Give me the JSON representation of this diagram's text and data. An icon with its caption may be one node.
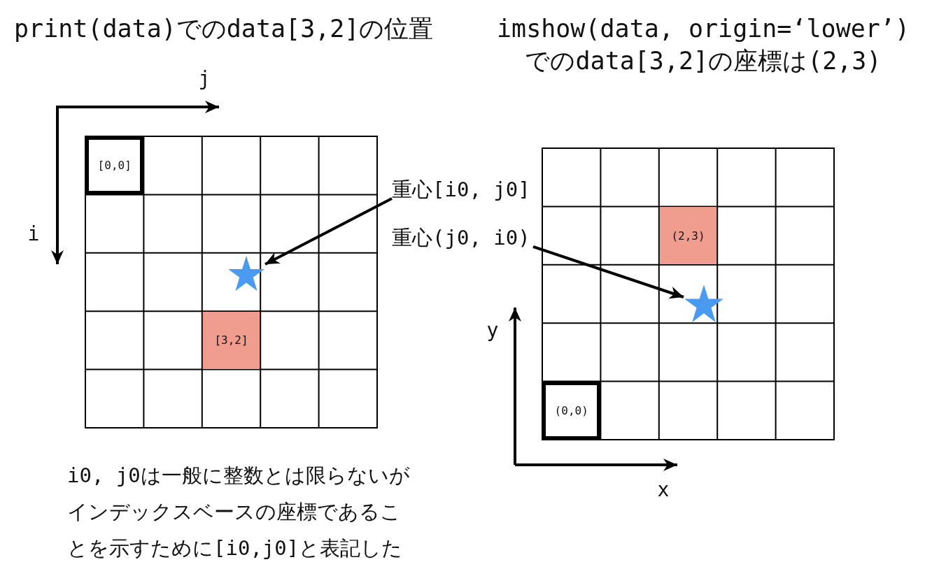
{
  "diagram": {
    "nodes": [
      {
        "text": [
          "[0,0]"
        ]
      },
      {
        "text": [
          "[3,2]"
        ]
      },
      {
        "text": [],
        "shape": "star"
      },
      {
        "text": [
          "重心[i0, j0]"
        ]
      },
      {
        "text": [
          "重心(j0, i0)"
        ]
      },
      {
        "text": [
          "(2,3)"
        ]
      },
      {
        "text": [],
        "shape": "star"
      },
      {
        "text": [
          "(0,0)"
        ]
      }
    ],
    "edges": [
      {
        "from": 3,
        "to": 2,
        "arrow": "to"
      },
      {
        "from": 4,
        "to": 6,
        "arrow": "to"
      }
    ],
    "labels": [
      "print(data)でのdata[3,2]の位置",
      "imshow(data, origin=‘lower’) でのdata[3,2]の座標は(2,3)",
      "j",
      "i",
      "y",
      "x",
      "i0, j0は一般に整数とは限らないがインデックスベースの座標であることを示すために[i0,j0]と表記した"
    ]
  }
}
